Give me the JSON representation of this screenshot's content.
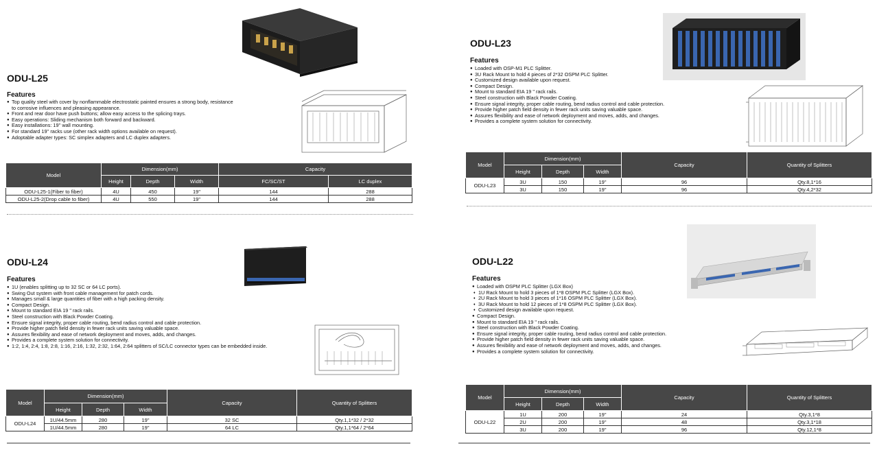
{
  "l25": {
    "title": "ODU-L25",
    "features_heading": "Features",
    "features": [
      "Top quality steel with cover by nonflammable electrostatic painted ensures a strong body, resistance to corrosive influences and pleasing appearance.",
      "Front and rear door have push buttons; allow easy access to the splicing trays.",
      "Easy operations: Sliding mechanism both forward and backward.",
      "Easy installations: 19'' wall mounting.",
      "For standard 19'' racks use (other rack width options available on request).",
      "Adoptable adapter types: SC simplex adapters and LC duplex adapters."
    ],
    "table": {
      "h_model": "Model",
      "h_dimension": "Dimension(mm)",
      "h_capacity": "Capacity",
      "h_height": "Height",
      "h_depth": "Depth",
      "h_width": "Width",
      "h_fc": "FC/SC/ST",
      "h_lc": "LC duplex",
      "rows": [
        {
          "model": "ODU-L25-1(Fiber to fiber)",
          "height": "4U",
          "depth": "450",
          "width": "19\"",
          "fc": "144",
          "lc": "288"
        },
        {
          "model": "ODU-L25-2(Drop cable to fiber)",
          "height": "4U",
          "depth": "550",
          "width": "19\"",
          "fc": "144",
          "lc": "288"
        }
      ]
    }
  },
  "l24": {
    "title": "ODU-L24",
    "features_heading": "Features",
    "features": [
      "1U (enables splitting up to 32 SC or 64 LC ports).",
      "Swing Out system with front cable management for patch cords.",
      "Manages small & large quantities of fiber with a high packing density.",
      "Compact Design.",
      "Mount to standard EIA 19 \" rack rails.",
      "Steel construction with Black Powder Coating.",
      "Ensure signal integrity, proper cable routing, bend radius control and cable protection.",
      "Provide higher patch field density in fewer rack units saving valuable space.",
      "Assures flexibility and ease of network deployment and moves, adds, and changes.",
      "Provides a complete system solution for connectivity.",
      "1:2, 1:4, 2:4, 1:8, 2:8, 1:16, 2:16, 1:32, 2:32, 1:64, 2:64 splitters of SC/LC connector types can be embedded inside."
    ],
    "table": {
      "h_model": "Model",
      "h_dimension": "Dimension(mm)",
      "h_capacity": "Capacity",
      "h_qty": "Quantity of Splitters",
      "h_height": "Height",
      "h_depth": "Depth",
      "h_width": "Width",
      "model": "ODU-L24",
      "rows": [
        {
          "height": "1U/44.5mm",
          "depth": "280",
          "width": "19\"",
          "capacity": "32 SC",
          "qty": "Qty.1,1*32 / 2*32"
        },
        {
          "height": "1U/44.5mm",
          "depth": "280",
          "width": "19\"",
          "capacity": "64 LC",
          "qty": "Qty.1,1*64 / 2*64"
        }
      ]
    }
  },
  "l23": {
    "title": "ODU-L23",
    "features_heading": "Features",
    "features": [
      "Loaded with OSP-M1 PLC Splitter.",
      "3U Rack Mount to hold 4 pieces of 2*32 OSPM PLC Splitter.",
      "Customized design available upon request.",
      "Compact Design.",
      "Mount to standard EIA 19 \" rack rails.",
      "Steel construction with Black Powder Coating.",
      "Ensure signal integrity, proper cable routing, bend radius control and cable protection.",
      "Provide higher patch field density in fewer rack units saving valuable space.",
      "Assures flexibility and ease of network deployment and moves, adds, and changes.",
      "Provides a complete system solution for connectivity."
    ],
    "table": {
      "h_model": "Model",
      "h_dimension": "Dimension(mm)",
      "h_capacity": "Capacity",
      "h_qty": "Quantity of Splitters",
      "h_height": "Height",
      "h_depth": "Depth",
      "h_width": "Width",
      "model": "ODU-L23",
      "rows": [
        {
          "height": "3U",
          "depth": "150",
          "width": "19\"",
          "capacity": "96",
          "qty": "Qty.8,1*16"
        },
        {
          "height": "3U",
          "depth": "150",
          "width": "19\"",
          "capacity": "96",
          "qty": "Qty.4,2*32"
        }
      ]
    }
  },
  "l22": {
    "title": "ODU-L22",
    "features_heading": "Features",
    "features": [
      {
        "text": "Loaded with OSPM PLC Splitter (LGX Box)",
        "sub": false
      },
      {
        "text": "1U Rack Mount to hold 3 pieces of 1*8 OSPM PLC Splitter (LGX Box).",
        "sub": true
      },
      {
        "text": "2U Rack Mount to hold 3 pieces of 1*16 OSPM PLC Splitter (LGX Box).",
        "sub": true
      },
      {
        "text": "3U Rack Mount to hold 12 pieces of 1*8 OSPM PLC Splitter (LGX Box).",
        "sub": true
      },
      {
        "text": "Customized design available upon request.",
        "sub": true
      },
      {
        "text": "Compact Design.",
        "sub": false
      },
      {
        "text": "Mount to standard EIA 19 \" rack rails.",
        "sub": false
      },
      {
        "text": "Steel construction with Black Powder Coating.",
        "sub": false
      },
      {
        "text": "Ensure signal integrity, proper cable routing, bend radius control and cable protection.",
        "sub": false
      },
      {
        "text": "Provide higher patch field density in fewer rack units saving valuable space.",
        "sub": false
      },
      {
        "text": "Assures flexibility and ease of network deployment and moves, adds, and changes.",
        "sub": false
      },
      {
        "text": "Provides a complete system solution for connectivity.",
        "sub": false
      }
    ],
    "table": {
      "h_model": "Model",
      "h_dimension": "Dimension(mm)",
      "h_capacity": "Capacity",
      "h_qty": "Quantity of Splitters",
      "h_height": "Height",
      "h_depth": "Depth",
      "h_width": "Width",
      "model": "ODU-L22",
      "rows": [
        {
          "height": "1U",
          "depth": "200",
          "width": "19\"",
          "capacity": "24",
          "qty": "Qty.3,1*8"
        },
        {
          "height": "2U",
          "depth": "200",
          "width": "19\"",
          "capacity": "48",
          "qty": "Qty.3,1*18"
        },
        {
          "height": "3U",
          "depth": "200",
          "width": "19\"",
          "capacity": "96",
          "qty": "Qty.12,1*8"
        }
      ]
    }
  },
  "colors": {
    "header_bg": "#474747",
    "text": "#111111",
    "device_black": "#1e1e1e",
    "adapter_blue": "#3a66b0"
  }
}
